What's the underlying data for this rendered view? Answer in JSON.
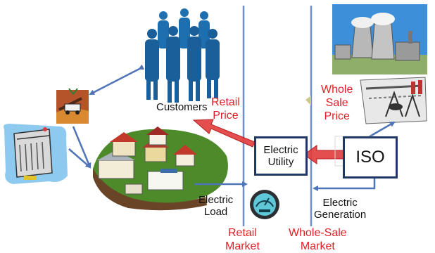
{
  "labels": {
    "customers": "Customers",
    "retail_price": [
      "Retail",
      "Price"
    ],
    "electric_load": [
      "Electric",
      "Load"
    ],
    "electric_utility": [
      "Electric",
      "Utility"
    ],
    "iso": "ISO",
    "whole_sale_price": [
      "Whole",
      "Sale",
      "Price"
    ],
    "electric_generation": [
      "Electric",
      "Generation"
    ],
    "retail_market": [
      "Retail",
      "Market"
    ],
    "wholesale_market": [
      "Whole-Sale",
      "Market"
    ]
  },
  "colors": {
    "market_line": "#6f8fc6",
    "flow_arrow": "#4f74b8",
    "price_arrow": "#e23b3b",
    "box_border": "#1f3864",
    "accent_text": "#e21f26"
  },
  "icons": [
    "business-people-icon",
    "power-plant-icon",
    "wind-car-icon",
    "dishwasher-icon",
    "neighborhood-houses-icon",
    "electric-meter-icon",
    "transmission-towers-icon"
  ]
}
